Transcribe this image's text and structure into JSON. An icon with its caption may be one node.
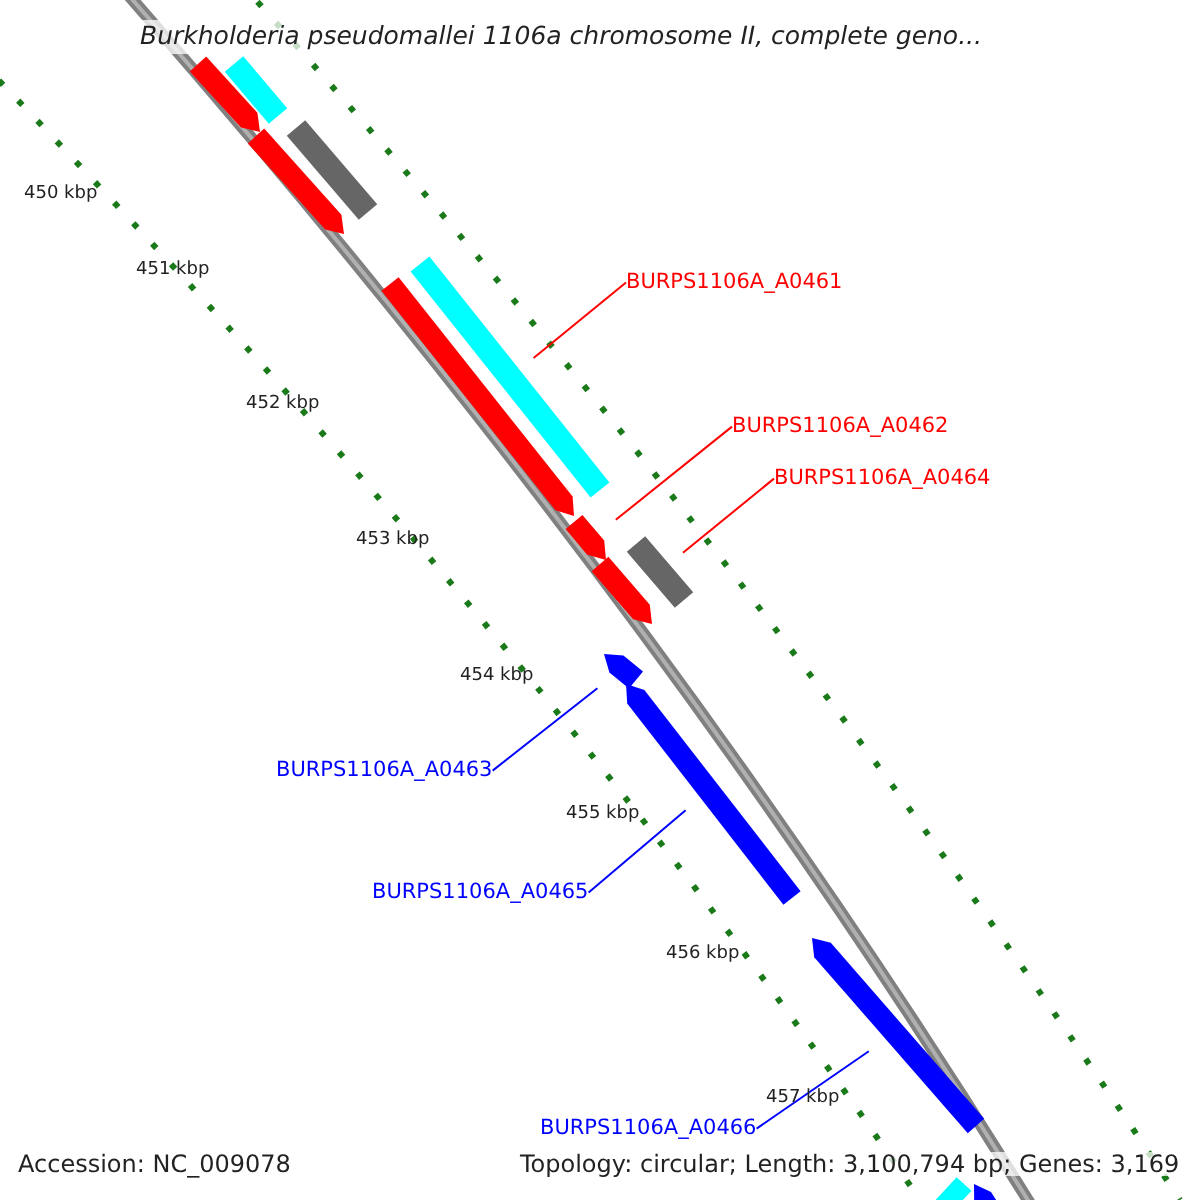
{
  "diagram": {
    "title": "Burkholderia pseudomallei 1106a chromosome II, complete geno...",
    "nodes": [
      {
        "text": [
          "BURPS1106A_A0461"
        ]
      },
      {
        "text": [
          "BURPS1106A_A0462"
        ]
      },
      {
        "text": [
          "BURPS1106A_A0464"
        ]
      },
      {
        "text": [
          "BURPS1106A_A0463"
        ]
      },
      {
        "text": [
          "BURPS1106A_A0465"
        ]
      },
      {
        "text": [
          "BURPS1106A_A0466"
        ]
      },
      {
        "text": [],
        "shape": "bar"
      },
      {
        "text": [],
        "shape": "bar"
      },
      {
        "text": [],
        "shape": "bar"
      },
      {
        "text": [],
        "shape": "bar"
      },
      {
        "text": [],
        "shape": "bar"
      },
      {
        "text": [],
        "shape": "bar"
      },
      {
        "text": [],
        "shape": "bar"
      },
      {
        "text": [],
        "shape": "bar"
      },
      {
        "text": [],
        "shape": "bar"
      },
      {
        "text": [],
        "shape": "bar"
      },
      {
        "text": [],
        "shape": "bar"
      },
      {
        "text": [],
        "shape": "bar"
      },
      {
        "text": [],
        "shape": "bar"
      },
      {
        "text": [],
        "shape": "bar"
      }
    ],
    "edges": [
      {
        "from": 0,
        "to": 6,
        "arrow": "none",
        "color": "#ff0000"
      },
      {
        "from": 1,
        "to": 7,
        "arrow": "none",
        "color": "#ff0000"
      },
      {
        "from": 2,
        "to": 8,
        "arrow": "none",
        "color": "#ff0000"
      },
      {
        "from": 3,
        "to": 9,
        "arrow": "none",
        "color": "#0000ff"
      },
      {
        "from": 4,
        "to": 10,
        "arrow": "none",
        "color": "#0000ff"
      },
      {
        "from": 5,
        "to": 11,
        "arrow": "none",
        "color": "#0000ff"
      }
    ],
    "labels": [
      "450 kbp",
      "451 kbp",
      "452 kbp",
      "453 kbp",
      "454 kbp",
      "455 kbp",
      "456 kbp",
      "457 kbp",
      "Accession: NC_009078",
      "Topology: circular; Length: 3,100,794 bp; Genes: 3,169"
    ]
  }
}
